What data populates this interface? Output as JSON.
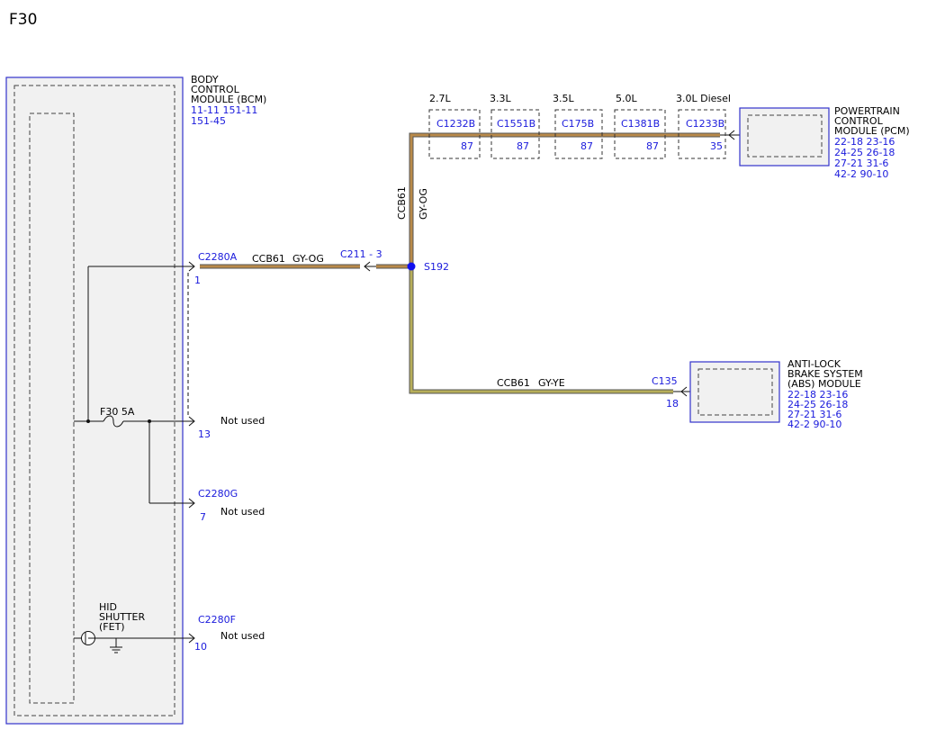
{
  "page_title": "F30",
  "colors": {
    "module_outline": "#3333cc",
    "connector_text": "#1a1adc",
    "wire_gy_og": "#b98a4a",
    "wire_gy_ye": "#b7ae5a",
    "splice": "#1010ee"
  },
  "bcm": {
    "name_lines": [
      "BODY",
      "CONTROL",
      "MODULE (BCM)"
    ],
    "refs": [
      "11-11  151-11",
      "151-45"
    ]
  },
  "pcm": {
    "name_lines": [
      "POWERTRAIN",
      "CONTROL",
      "MODULE (PCM)"
    ],
    "refs": [
      "22-18 23-16",
      "24-25 26-18",
      "27-21 31-6",
      "42-2  90-10"
    ]
  },
  "abs": {
    "name_lines": [
      "ANTI-LOCK",
      "BRAKE SYSTEM",
      "(ABS) MODULE"
    ],
    "refs": [
      "22-18 23-16",
      "24-25 26-18",
      "27-21 31-6",
      "42-2  90-10"
    ]
  },
  "engine_variants": [
    {
      "engine": "2.7L",
      "connector": "C1232B",
      "pin": "87"
    },
    {
      "engine": "3.3L",
      "connector": "C1551B",
      "pin": "87"
    },
    {
      "engine": "3.5L",
      "connector": "C175B",
      "pin": "87"
    },
    {
      "engine": "5.0L",
      "connector": "C1381B",
      "pin": "87"
    },
    {
      "engine": "3.0L Diesel",
      "connector": "C1233B",
      "pin": "35"
    }
  ],
  "vertical_wire": {
    "circuit": "CCB61",
    "color": "GY-OG"
  },
  "splice": {
    "label": "S192"
  },
  "bcm_wire": {
    "circuit": "CCB61",
    "color": "GY-OG",
    "inline": "C211 - 3"
  },
  "abs_wire": {
    "circuit": "CCB61",
    "color": "GY-YE",
    "connector": "C135",
    "pin": "18"
  },
  "bcm_pins": [
    {
      "connector": "C2280A",
      "pin": "1",
      "status": ""
    },
    {
      "connector": "",
      "pin": "13",
      "status": "Not used"
    },
    {
      "connector": "C2280G",
      "pin": "7",
      "status": "Not used"
    },
    {
      "connector": "C2280F",
      "pin": "10",
      "status": "Not used"
    }
  ],
  "fuse": {
    "label": "F30  5A"
  },
  "hid": {
    "lines": [
      "HID",
      "SHUTTER",
      "(FET)"
    ]
  }
}
